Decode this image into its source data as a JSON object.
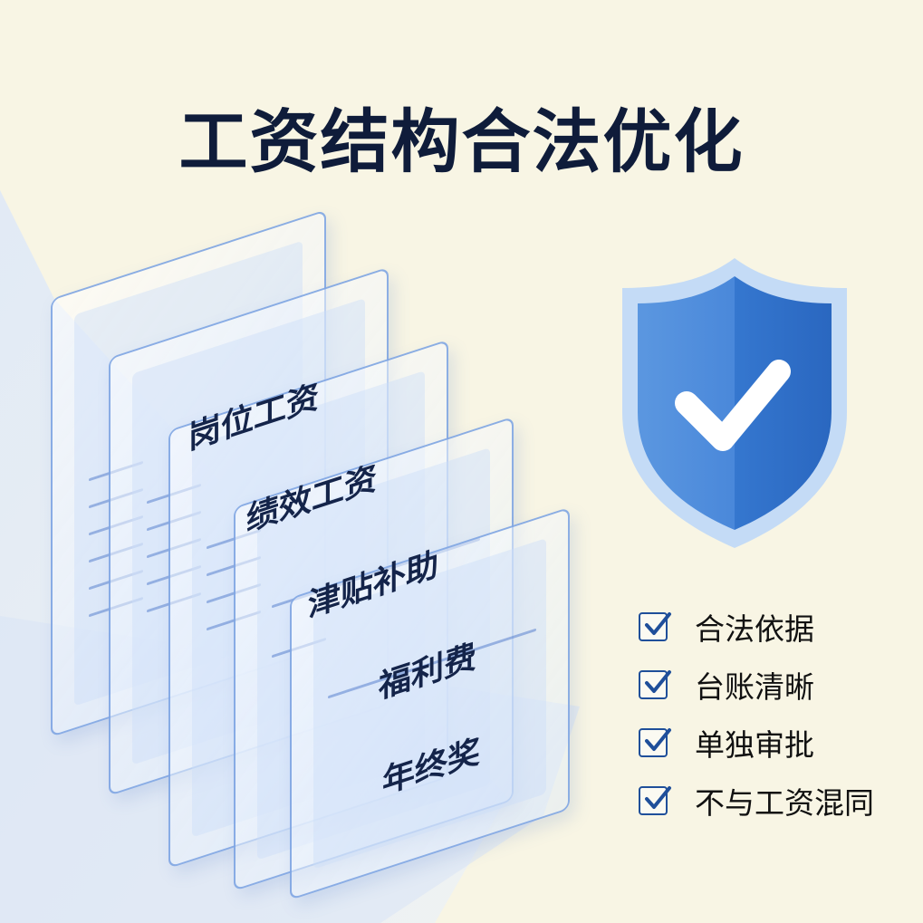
{
  "title": "工资结构合法优化",
  "cards": [
    {
      "label": "岗位工资"
    },
    {
      "label": "绩效工资"
    },
    {
      "label": "津贴补助"
    },
    {
      "label": "福利费"
    },
    {
      "label": "年终奖"
    }
  ],
  "shield": {
    "icon": "shield-check-icon",
    "color": "#3f7fd6"
  },
  "checklist": [
    {
      "icon": "checkbox-checked-icon",
      "label": "合法依据"
    },
    {
      "icon": "checkbox-checked-icon",
      "label": "台账清晰"
    },
    {
      "icon": "checkbox-checked-icon",
      "label": "单独审批"
    },
    {
      "icon": "checkbox-checked-icon",
      "label": "不与工资混同"
    }
  ],
  "colors": {
    "background": "#f8f5e4",
    "accent": "#3f7fd6",
    "title": "#0f1c3a"
  }
}
